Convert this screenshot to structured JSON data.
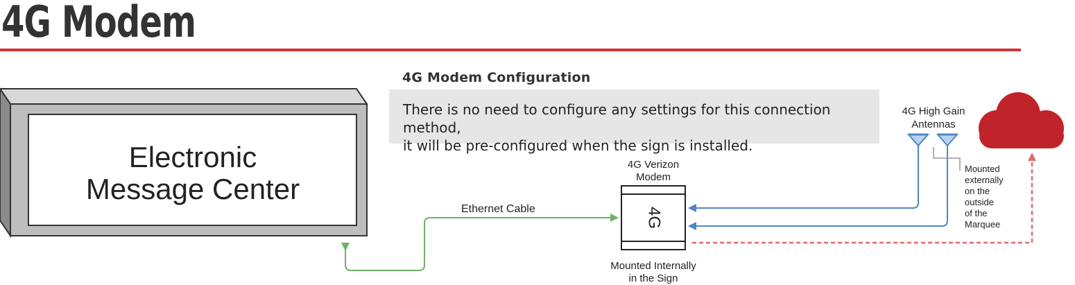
{
  "title": "4G Modem",
  "colors": {
    "accent_rule": "#cc3333",
    "ethernet_line": "#6db365",
    "antenna_line": "#4f86c6",
    "cloud": "#c1232b",
    "internet_link": "#e26a6a",
    "panel_bg": "#e6e6e6"
  },
  "config": {
    "heading": "4G Modem Configuration",
    "text": "There is no need to configure any settings for this connection method,\nit will be pre-configured when the sign is installed."
  },
  "sign": {
    "line1": "Electronic",
    "line2": "Message Center"
  },
  "ethernet": {
    "label": "Ethernet Cable"
  },
  "modem": {
    "label_line1": "4G Verizon",
    "label_line2": "Modem",
    "face_text": "4G",
    "mount_line1": "Mounted Internally",
    "mount_line2": "in the Sign"
  },
  "antennas": {
    "label_line1": "4G High Gain",
    "label_line2": "Antennas",
    "note": [
      "Mounted",
      "externally",
      "on the",
      "outside",
      "of the",
      "Marquee"
    ]
  },
  "icons": {
    "antenna": "antenna-icon",
    "cloud": "cloud-icon"
  }
}
